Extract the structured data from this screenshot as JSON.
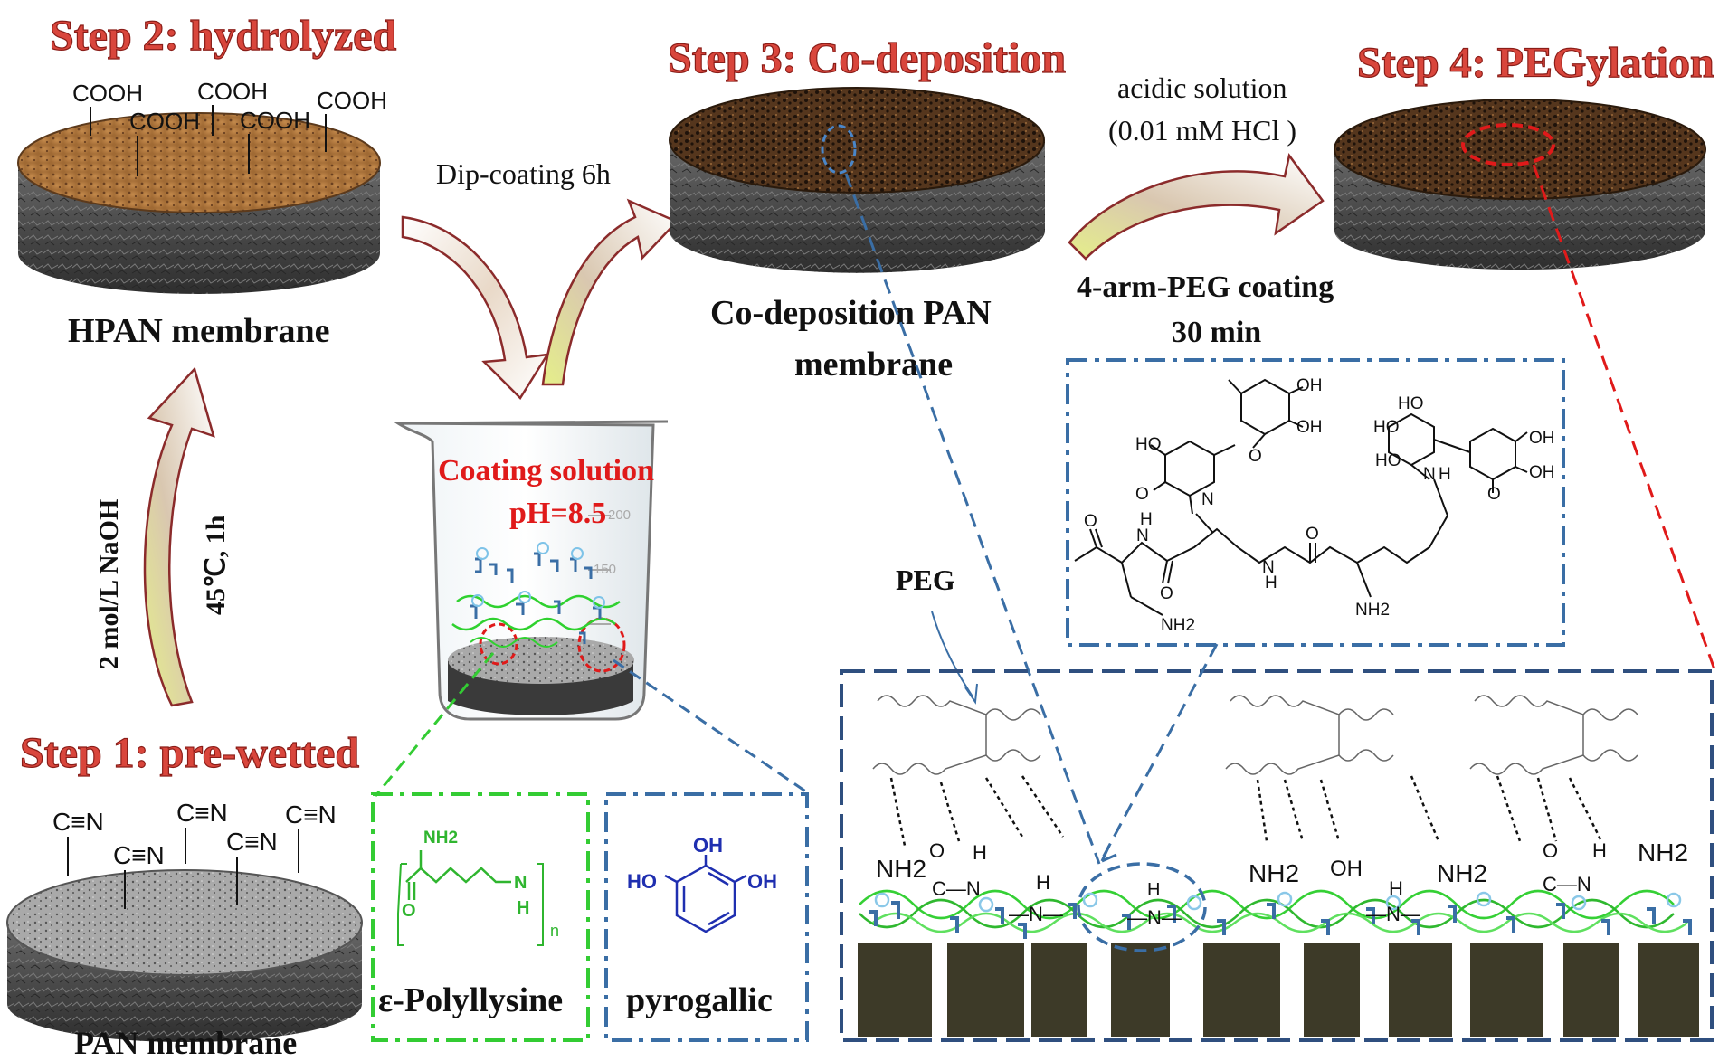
{
  "steps": {
    "step1": "Step 1:  pre-wetted",
    "step2": "Step 2: hydrolyzed",
    "step3": "Step 3: Co-deposition",
    "step4": "Step 4: PEGylation"
  },
  "membranes": {
    "pan": "PAN membrane",
    "hpan": "HPAN membrane",
    "codep_line1": "Co-deposition PAN",
    "codep_line2": "membrane"
  },
  "pan_groups": [
    "C≡N",
    "C≡N",
    "C≡N",
    "C≡N",
    "C≡N"
  ],
  "hpan_groups": [
    "COOH",
    "COOH",
    "COOH",
    "COOH",
    "COOH",
    "COOH"
  ],
  "conditions": {
    "naoh": "2 mol/L  NaOH",
    "temp_time": "45℃, 1h",
    "dip": "Dip-coating 6h",
    "acid_line1": "acidic solution",
    "acid_line2": "(0.01 mM HCl )",
    "peg_coat_line1": "4-arm-PEG coating",
    "peg_coat_line2": "30 min"
  },
  "beaker": {
    "title": "Coating solution",
    "ph": "pH=8.5",
    "tick1": "200",
    "tick2": "150"
  },
  "molecules": {
    "polylysine": "ε-Polyllysine",
    "pyrogallic": "pyrogallic",
    "peg": "PEG",
    "nh2": "NH2",
    "oh": "OH",
    "ho": "HO",
    "n_sub": "n",
    "nh": "N",
    "h": "H",
    "o": "O"
  },
  "surface_labels": [
    "NH2",
    "O",
    "C—N",
    "H",
    "H",
    "—N—",
    "H",
    "—N—",
    "NH2",
    "OH",
    "H",
    "—N—",
    "NH2",
    "O",
    "H",
    "C—N",
    "NH2"
  ],
  "colors": {
    "step_red": "#d9463c",
    "dash_blue": "#3a6ea5",
    "dash_red": "#e01a1a",
    "dash_green": "#33cc33",
    "block_brown": "#3d3a28",
    "pyrogallol_blue": "#1f2fb0",
    "lysine_green": "#2fb52f"
  }
}
